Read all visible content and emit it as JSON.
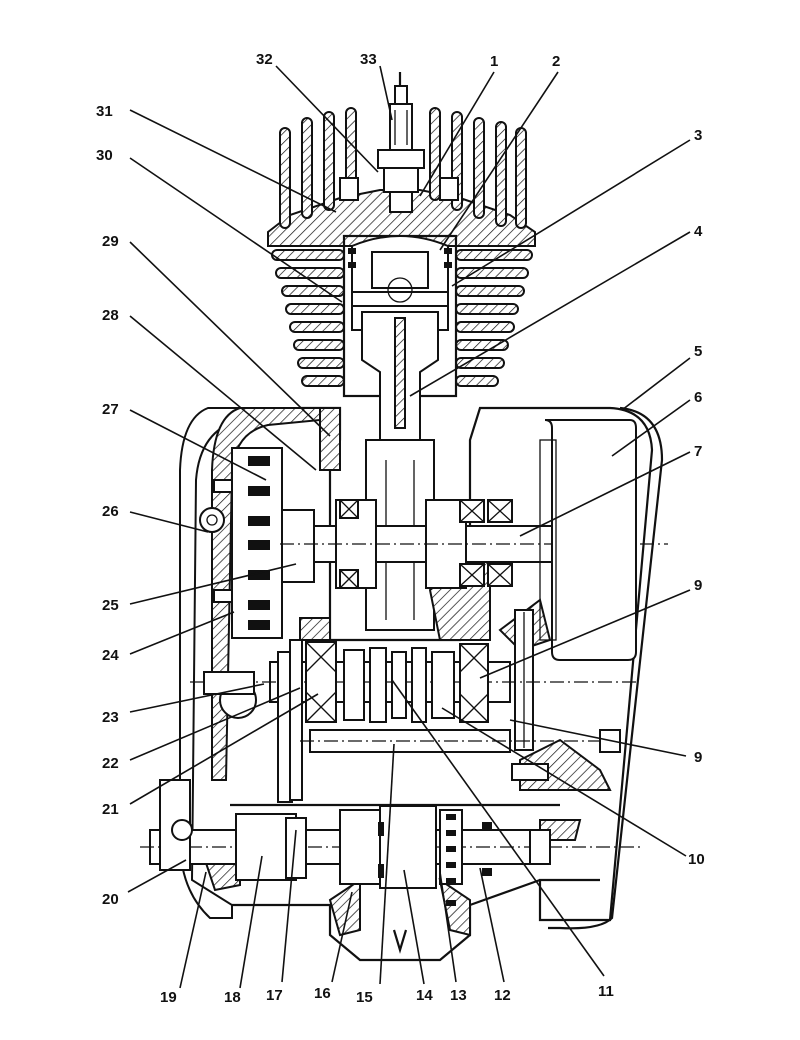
{
  "labels": [
    "1",
    "2",
    "3",
    "4",
    "5",
    "6",
    "7",
    "9",
    "9",
    "10",
    "11",
    "12",
    "13",
    "14",
    "15",
    "16",
    "17",
    "18",
    "19",
    "20",
    "21",
    "22",
    "23",
    "24",
    "25",
    "26",
    "27",
    "28",
    "29",
    "30",
    "31",
    "32",
    "33"
  ]
}
